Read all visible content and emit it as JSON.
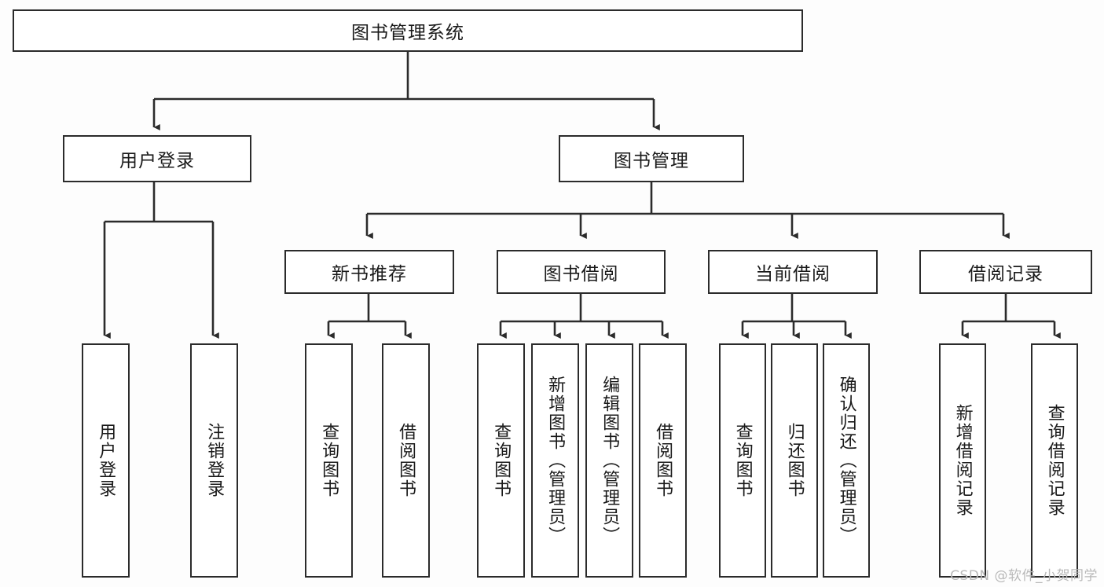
{
  "diagram": {
    "type": "tree-hierarchy-chart",
    "title": "图书管理系统",
    "watermark": "CSDN @软件_小贺同学",
    "colors": {
      "stroke": "#2b2b2b",
      "fill": "#ffffff",
      "background": "#fdfdfd",
      "watermark": "#b9b9b9"
    },
    "root": {
      "label": "图书管理系统"
    },
    "level2": [
      {
        "label": "用户登录"
      },
      {
        "label": "图书管理"
      }
    ],
    "level3": [
      {
        "label": "新书推荐"
      },
      {
        "label": "图书借阅"
      },
      {
        "label": "当前借阅"
      },
      {
        "label": "借阅记录"
      }
    ],
    "leaves": {
      "user_login": [
        {
          "label": "用户登录"
        },
        {
          "label": "注销登录"
        }
      ],
      "new_book": [
        {
          "label": "查询图书"
        },
        {
          "label": "借阅图书"
        }
      ],
      "book_borrow": [
        {
          "label": "查询图书"
        },
        {
          "label": "新增图书（管理员）"
        },
        {
          "label": "编辑图书（管理员）"
        },
        {
          "label": "借阅图书"
        }
      ],
      "current_borrow": [
        {
          "label": "查询图书"
        },
        {
          "label": "归还图书"
        },
        {
          "label": "确认归还（管理员）"
        }
      ],
      "borrow_record": [
        {
          "label": "新增借阅记录"
        },
        {
          "label": "查询借阅记录"
        }
      ]
    }
  }
}
